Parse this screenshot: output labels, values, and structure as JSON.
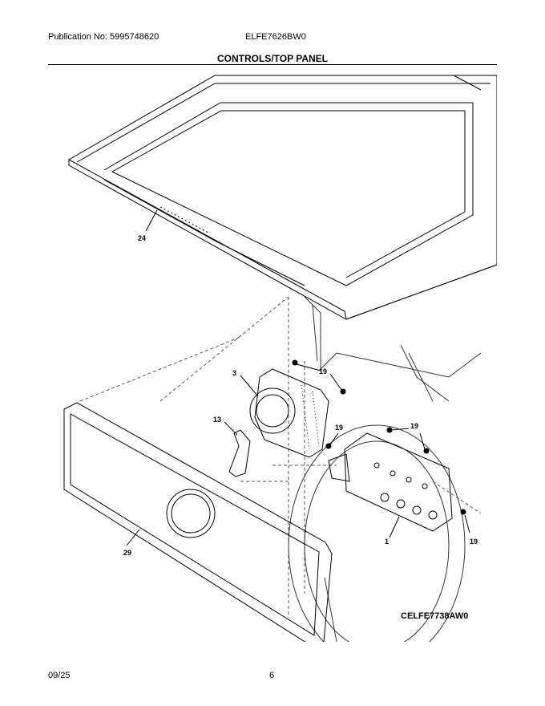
{
  "header": {
    "publication": "Publication No: 5995748620",
    "model": "ELFE7626BW0",
    "section_title": "CONTROLS/TOP PANEL"
  },
  "callouts": {
    "top_panel": "24",
    "control_module": "3",
    "screw_a": "19",
    "knob_light_guide": "13",
    "screw_b": "19",
    "screw_c": "19",
    "ui_board": "1",
    "screw_d": "19",
    "console": "29"
  },
  "diagram_code": "CELFE7738AW0",
  "footer": {
    "date": "09/25",
    "page": "6"
  }
}
